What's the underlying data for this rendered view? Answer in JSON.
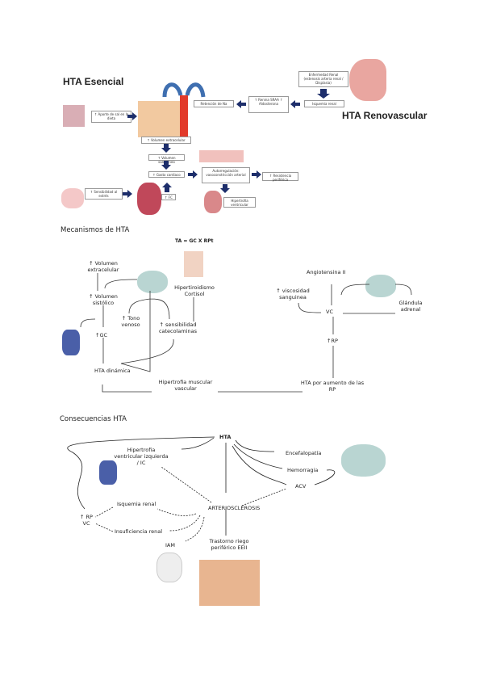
{
  "section1": {
    "title_left": "HTA Esencial",
    "title_right": "HTA Renovascular",
    "boxes": [
      "Enfermedad Renal (estenosis arteria renal / Displasia)",
      "Isquemia renal",
      "↑ Renina SRAA ↑ Aldosterona",
      "Retención de Na",
      "↑ Aporte de sal en la dieta",
      "↑ Volumen extracelular",
      "↑ Volumen sanguíneo",
      "↑ Gasto cardiaco",
      "Autorregulación: vasoconstricción arterial",
      "↑ Resistencia periférica",
      "↑ Sensibilidad al estrés",
      "↑ FC",
      "Hipertrofia ventricular"
    ]
  },
  "section2": {
    "title": "Mecanismos de HTA",
    "formula": "TA = GC X RPt",
    "labels": {
      "vol_ext": "↑ Volumen extracelular",
      "vol_sis": "↑ Volumen sistólico",
      "gc": "↑GC",
      "tono": "↑ Tono venoso",
      "sens": "↑ sensibilidad catecolaminas",
      "hiper": "Hipertiroidismo Cortisol",
      "din": "HTA dinámica",
      "hipertrofia": "Hipertrofia muscular vascular",
      "ang": "Angiotensina II",
      "visc": "↑ viscosidad sanguinea",
      "glan": "Glándula adrenal",
      "vc": "VC",
      "rp": "↑RP",
      "hta_rp": "HTA por aumento de las RP"
    }
  },
  "section3": {
    "title": "Consecuencias HTA",
    "labels": {
      "hta": "HTA",
      "hvi": "Hipertrofia ventricular izquierda / IC",
      "ence": "Encefalopatía",
      "hemo": "Hemorragia",
      "acv": "ACV",
      "arterio": "ARTERIOSCLEROSIS",
      "isq": "Isquemia renal",
      "insuf": "Insuficiencia renal",
      "rp": "↑ RP VC",
      "iam": "IAM",
      "tras": "Trastorno riego periférico EEII"
    }
  }
}
